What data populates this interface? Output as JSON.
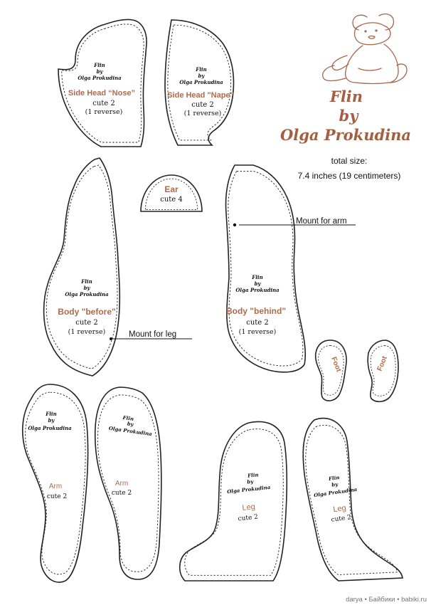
{
  "header": {
    "title_line1": "Flin",
    "title_line2": "by",
    "title_line3": "Olga Prokudina",
    "total_size_label": "total size:",
    "total_size_value": "7.4 inches (19 centimeters)"
  },
  "signature": {
    "line1": "Flin",
    "line2": "by",
    "line3": "Olga Prokudina"
  },
  "pieces": {
    "side_head_nose": {
      "name": "Side Head “Nose”",
      "cut": "cute 2",
      "reverse": "(1 reverse)"
    },
    "side_head_nape": {
      "name": "Side Head \"Nape\"",
      "cut": "cute 2",
      "reverse": "(1 reverse)"
    },
    "ear": {
      "name": "Ear",
      "cut": "cute 4"
    },
    "body_before": {
      "name": "Body \"before\"",
      "cut": "cute 2",
      "reverse": "(1 reverse)"
    },
    "body_behind": {
      "name": "Body \"behind\"",
      "cut": "cute 2",
      "reverse": "(1 reverse)"
    },
    "foot_left": {
      "name": "Foot"
    },
    "foot_right": {
      "name": "Foot"
    },
    "arm_left": {
      "name": "Arm",
      "cut": "cute 2"
    },
    "arm_right": {
      "name": "Arm",
      "cut": "cute 2"
    },
    "leg_left": {
      "name": "Leg",
      "cut": "cute 2"
    },
    "leg_right": {
      "name": "Leg",
      "cut": "cute 2"
    }
  },
  "annotations": {
    "mount_for_arm": "Mount for arm",
    "mount_for_leg": "Mount for leg"
  },
  "footer": {
    "credit": "darya • Байбики • babiki.ru"
  },
  "colors": {
    "accent": "#a45f42",
    "label": "#b06a4c",
    "outline": "#222222"
  },
  "icons": {
    "logo": "teddy-bear-sketch-icon"
  }
}
